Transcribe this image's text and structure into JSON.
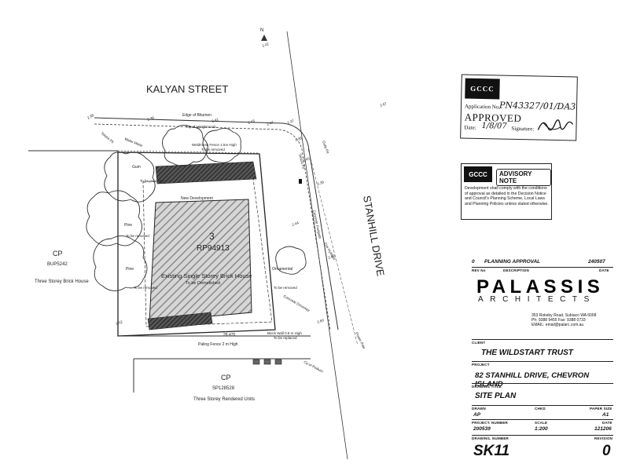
{
  "plan": {
    "street_north": "KALYAN STREET",
    "street_east": "STANHILL DRIVE",
    "lot_number": "3",
    "lot_plan": "RP94913",
    "existing_house": "Existing Single Storey Brick House",
    "to_be_demolished": "To be Demolished",
    "new_development": "New Development",
    "edge_of_bitumen": "Edge of Bitumen",
    "top_of_upright_kerb": "Top of Upright Kerb",
    "fence_note": "Weldmesh Fence 1.5m High",
    "to_be_removed": "To be removed",
    "paling_fence": "Paling Fence 2 m High",
    "block_wall": "Block Wall 0.8 m High",
    "to_be_replaced": "To be replaced",
    "boundary_dim": "28.475",
    "ornamental": "Ornamental",
    "concrete_driveway": "Concrete Driveway",
    "concrete_footpath": "Concrete Footpath",
    "telstra_pit": "Telstra Pit",
    "water_meter": "Water Meter",
    "fire_hydrant": "Fire Hydrant",
    "power_pole": "Power Pole",
    "gully_pit": "Gully Pit",
    "cpd_row": "Cp of Podium",
    "gum_tree": "Gum",
    "pine_tree": "Pine",
    "neighbour_west_label": "CP",
    "neighbour_west_plan": "BUP5242",
    "neighbour_west_desc": "Three Storey Brick House",
    "neighbour_south_label": "CP",
    "neighbour_south_plan": "SP128528",
    "neighbour_south_desc": "Three Storey Rendered Units",
    "north_symbol": "N",
    "spot_levels": [
      "2.38",
      "2.36",
      "2.41",
      "2.43",
      "2.47",
      "2.37",
      "2.36",
      "2.45",
      "2.39",
      "2.44",
      "2.50",
      "2.60",
      "2.42",
      "2.67",
      "2.52"
    ]
  },
  "stamp": {
    "logo_text": "GCCC",
    "app_no_label": "Application No.",
    "app_no_value": "PN43327/01/DA3",
    "status": "APPROVED",
    "date_label": "Date:",
    "date_value": "1/8/07",
    "signature_label": "Signature:"
  },
  "advisory": {
    "logo_text": "GCCC",
    "title": "ADVISORY NOTE",
    "text": "Development shall comply with the conditions of approval as detailed in the Decision Notice and Council's Planning Scheme, Local Laws and Planning Policies unless stated otherwise."
  },
  "title_block": {
    "revision_no": "0",
    "revision_desc": "PLANNING APPROVAL",
    "revision_date": "240507",
    "rev_no_caption": "REV No",
    "description_caption": "DESCRIPTION",
    "date_caption": "DATE",
    "firm_name": "PALASSIS",
    "firm_sub": "ARCHITECTS",
    "address_lines": [
      "353 Rokeby Road, Subiaco WA 6008",
      "Ph: 9388 9455 Fax: 9388 0733",
      "EMAIL: email@palarc.com.au"
    ],
    "client_caption": "CLIENT",
    "client": "THE WILDSTART TRUST",
    "project_caption": "PROJECT",
    "project": "82 STANHILL DRIVE, CHEVRON ISLAND",
    "drawing_title_caption": "DRAWING TITLE",
    "drawing_title": "SITE PLAN",
    "drawn_caption": "DRAWN",
    "drawn": "AP",
    "chkd_caption": "CHKD",
    "paper_size_caption": "PAPER SIZE",
    "paper_size": "A1",
    "project_number_caption": "PROJECT. NUMBER",
    "project_number": "200539",
    "scale_caption": "SCALE",
    "scale": "1:200",
    "date_caption2": "DATE",
    "date": "121206",
    "drawing_number_caption": "DRAWING. NUMBER",
    "drawing_number": "SK11",
    "revision_caption": "REVISION",
    "revision": "0"
  }
}
